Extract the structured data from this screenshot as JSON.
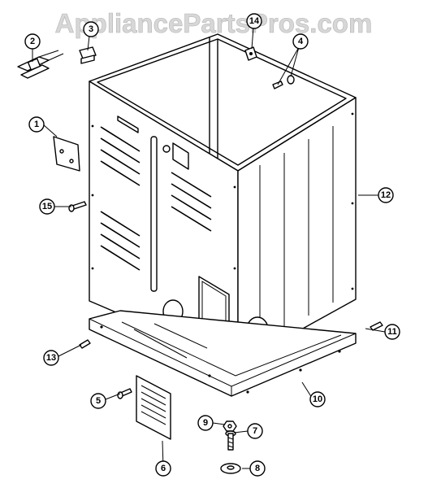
{
  "watermark": "AppliancePartsPros.com",
  "callouts": [
    {
      "id": "1",
      "label": "1"
    },
    {
      "id": "2",
      "label": "2"
    },
    {
      "id": "3",
      "label": "3"
    },
    {
      "id": "4",
      "label": "4"
    },
    {
      "id": "5",
      "label": "5"
    },
    {
      "id": "6",
      "label": "6"
    },
    {
      "id": "7",
      "label": "7"
    },
    {
      "id": "8",
      "label": "8"
    },
    {
      "id": "9",
      "label": "9"
    },
    {
      "id": "10",
      "label": "10"
    },
    {
      "id": "11",
      "label": "11"
    },
    {
      "id": "12",
      "label": "12"
    },
    {
      "id": "13",
      "label": "13"
    },
    {
      "id": "14",
      "label": "14"
    },
    {
      "id": "15",
      "label": "15"
    }
  ]
}
